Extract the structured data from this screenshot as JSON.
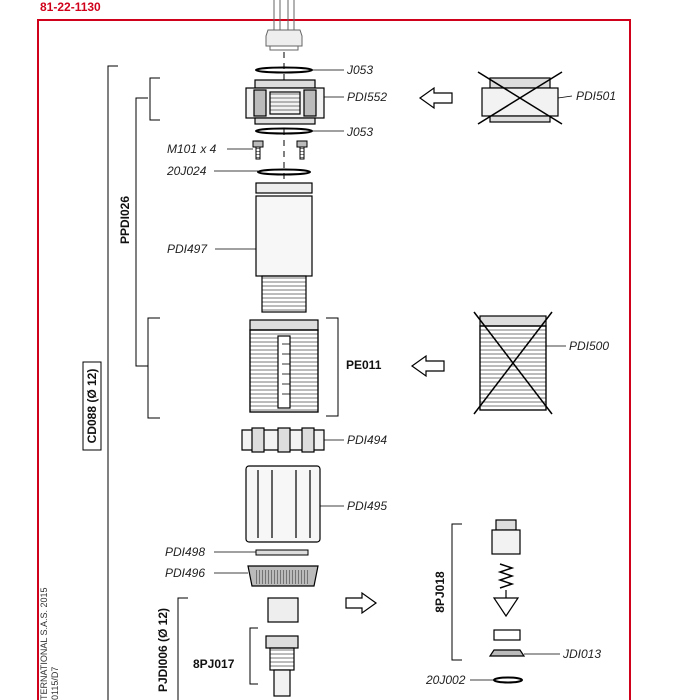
{
  "document": {
    "number": "81-22-1130",
    "copyright": "TERNATIONAL S.A.S. 2015",
    "revision": "0115/D7",
    "frame_color": "#d0021b"
  },
  "labels": {
    "j053_top": "J053",
    "pdi552": "PDI552",
    "j053_bottom": "J053",
    "m101": "M101 x 4",
    "j024": "20J024",
    "pdi497": "PDI497",
    "pe011": "PE011",
    "pdi494": "PDI494",
    "pdi495": "PDI495",
    "pdi498": "PDI498",
    "pdi496": "PDI496",
    "pdi501": "PDI501",
    "pdi500": "PDI500",
    "jdi013": "JDI013",
    "j002": "20J002",
    "pj017": "8PJ017"
  },
  "brackets": {
    "cd088": "CD088 (Ø 12)",
    "ppdi026": "PPDI026",
    "pjdi006": "PJDI006 (Ø 12)",
    "pj018": "8PJ018"
  }
}
